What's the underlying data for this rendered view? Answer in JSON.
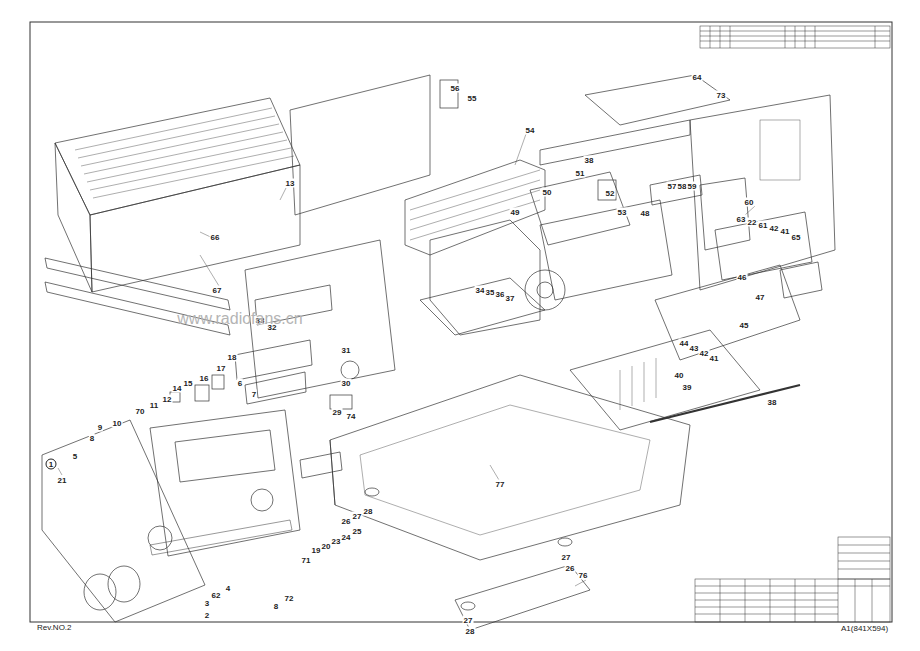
{
  "diagram": {
    "labels": [
      "54",
      "56",
      "55",
      "64",
      "73",
      "13",
      "66",
      "67",
      "50",
      "51",
      "38",
      "52",
      "53",
      "57",
      "58",
      "59",
      "49",
      "48",
      "60",
      "63",
      "22",
      "61",
      "42",
      "41",
      "65",
      "46",
      "47",
      "45",
      "44",
      "43",
      "42",
      "41",
      "40",
      "39",
      "38",
      "34",
      "35",
      "36",
      "37",
      "33",
      "32",
      "31",
      "30",
      "29",
      "74",
      "18",
      "17",
      "16",
      "15",
      "14",
      "12",
      "11",
      "70",
      "10",
      "9",
      "8",
      "5",
      "21",
      "1",
      "6",
      "7",
      "19",
      "20",
      "23",
      "24",
      "25",
      "71",
      "72",
      "8",
      "62",
      "4",
      "3",
      "2",
      "28",
      "27",
      "26",
      "27",
      "26",
      "27",
      "28",
      "76",
      "77",
      "Rev.NO.2",
      "A1(841X594)",
      "www.radiofans.cn"
    ]
  }
}
